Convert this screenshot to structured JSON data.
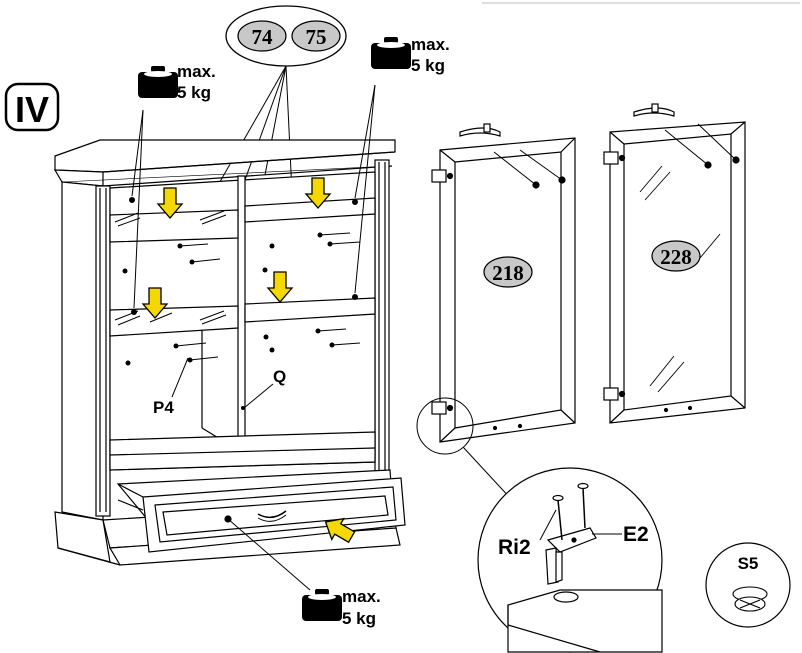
{
  "step": {
    "numeral": "IV"
  },
  "part_refs": [
    "74",
    "75"
  ],
  "door_refs": {
    "left": "218",
    "right": "228"
  },
  "labels": {
    "p4": "P4",
    "q": "Q",
    "ri2": "Ri2",
    "e2": "E2",
    "s5": "S5"
  },
  "weight_limit": {
    "line1": "max.",
    "line2": "5 kg"
  },
  "colors": {
    "arrow": "#f5d800",
    "badge": "#c8c8c8",
    "line": "#000000"
  }
}
